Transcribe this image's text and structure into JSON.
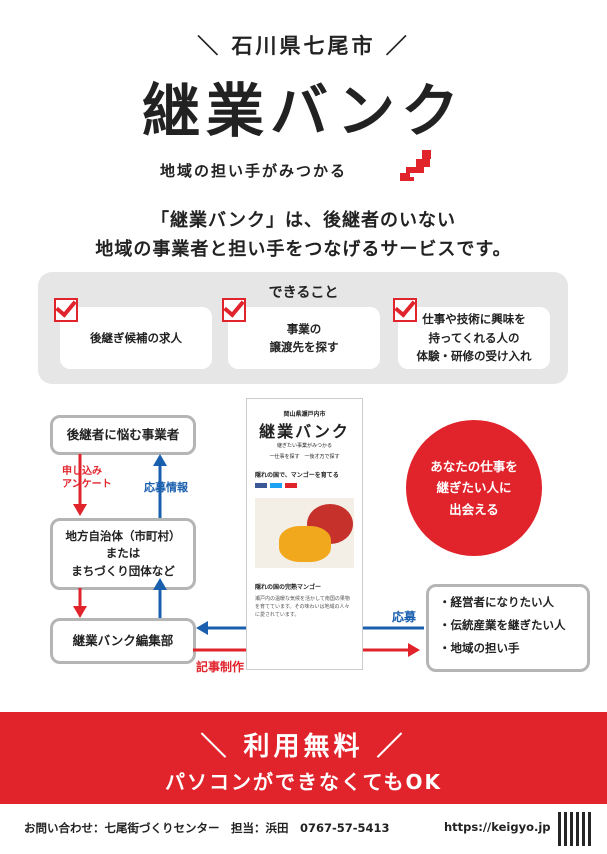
{
  "header": {
    "city": "＼ 石川県七尾市 ／",
    "logo": "継業バンク",
    "tagline": "地域の担い手がみつかる"
  },
  "intro": {
    "line1": "「継業バンク」は、後継者のいない",
    "line2": "地域の事業者と担い手をつなげるサービスです。"
  },
  "can_do": {
    "title": "できること",
    "items": [
      {
        "label": "後継ぎ候補の求人"
      },
      {
        "label": "事業の\n譲渡先を探す"
      },
      {
        "label": "仕事や技術に興味を\n持ってくれる人の\n体験・研修の受け入れ"
      }
    ]
  },
  "flow": {
    "box_owner": "後継者に悩む事業者",
    "box_gov": "地方自治体（市町村）\nまたは\nまちづくり団体など",
    "box_editor": "継業バンク編集部",
    "label_apply": "申し込み\nアンケート",
    "label_info": "応募情報",
    "label_article": "記事制作",
    "label_apply2": "応募"
  },
  "article": {
    "region": "岡山県瀬戸内市",
    "logo": "継業バンク",
    "logo_sub": "継ぎたい事業がみつかる",
    "subline": "一仕事を探す　一後才万で探す",
    "title": "隠れの国で、マンゴーを育てる",
    "section": "隠れの国の完熟マンゴー",
    "body": "瀬戸内の温暖な気候を活かして南国の果物を育てています。その味わいは地域の人々に愛されています。"
  },
  "circle": {
    "text": "あなたの仕事を\n継ぎたい人に\n出会える"
  },
  "results": [
    "・経営者になりたい人",
    "・伝統産業を継ぎたい人",
    "・地域の担い手"
  ],
  "banner": {
    "line1": "＼ 利用無料 ／",
    "line2": "パソコンができなくてもOK"
  },
  "footer": {
    "contact": "お問い合わせ：七尾街づくりセンター　担当：浜田　0767-57-5413",
    "url": "https://keigyo.jp"
  },
  "colors": {
    "accent": "#e1232b",
    "blue": "#1a5fae",
    "gray": "#b5b5b5"
  }
}
